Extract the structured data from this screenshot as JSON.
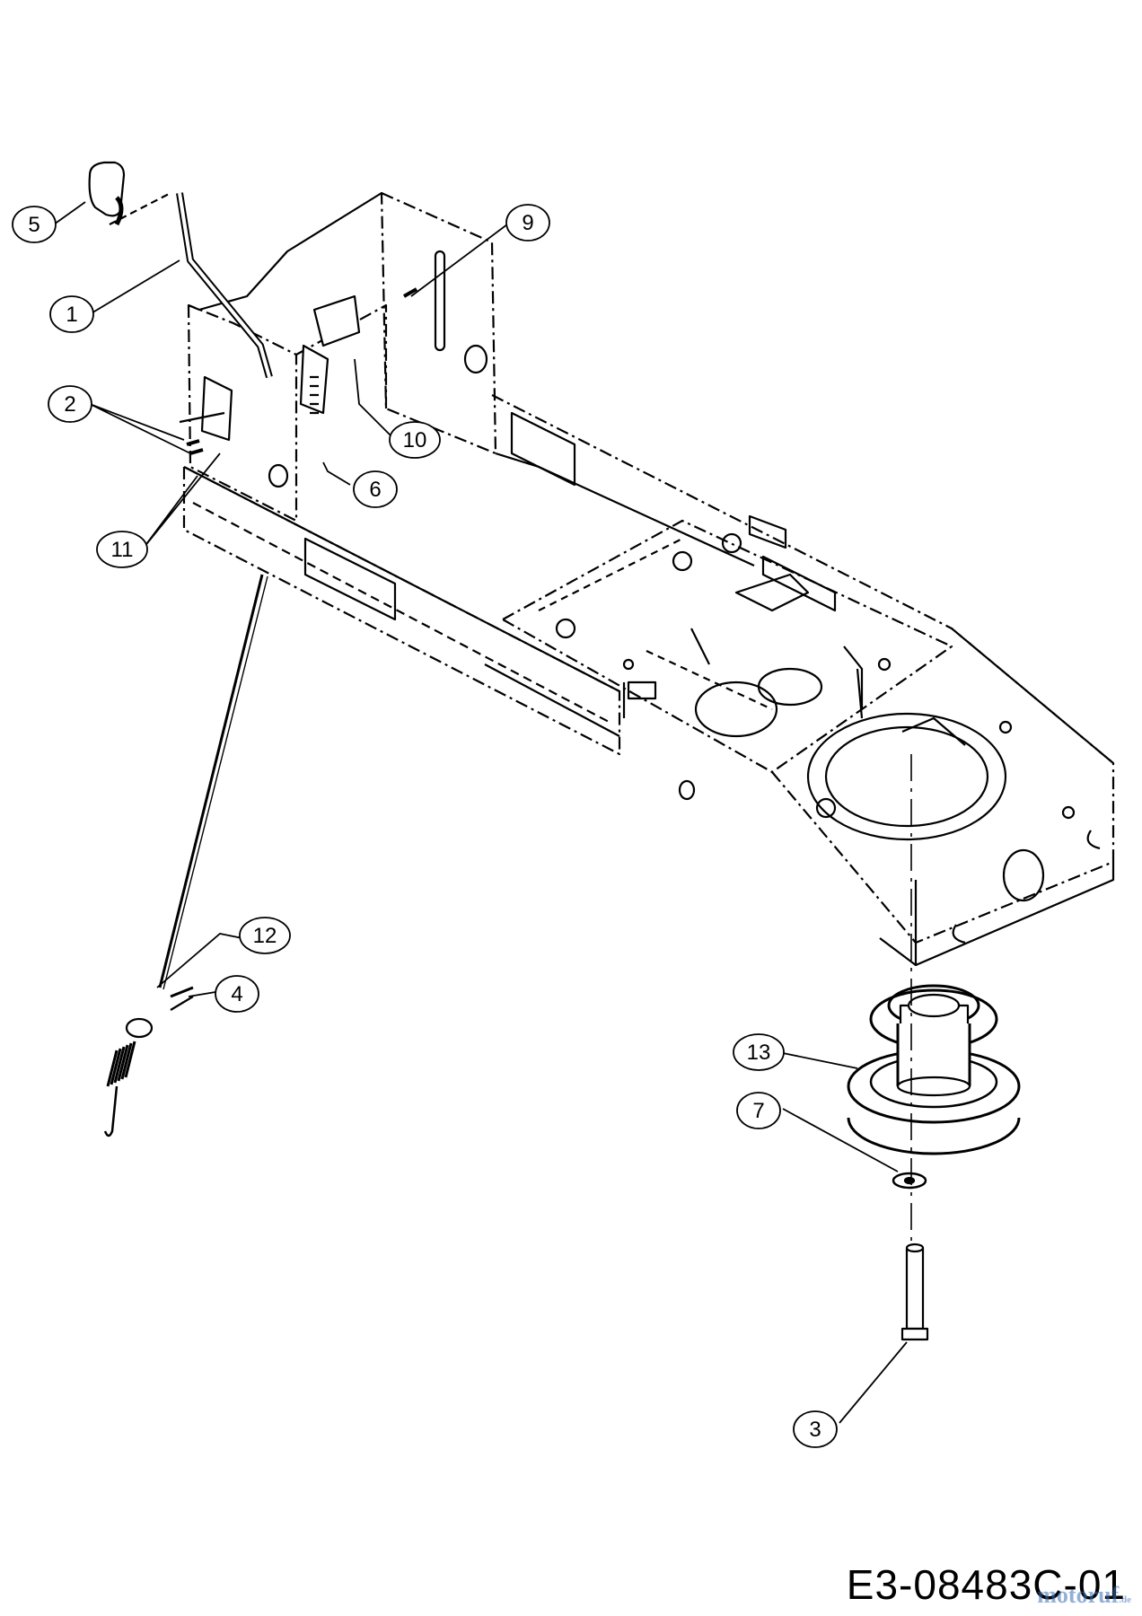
{
  "drawing_code": "E3-08483C-01",
  "watermark": {
    "brand": "motoruf",
    "suffix": ".de"
  },
  "callouts": [
    {
      "id": "5",
      "label": "5"
    },
    {
      "id": "9",
      "label": "9"
    },
    {
      "id": "1",
      "label": "1"
    },
    {
      "id": "2",
      "label": "2"
    },
    {
      "id": "10",
      "label": "10"
    },
    {
      "id": "6",
      "label": "6"
    },
    {
      "id": "11",
      "label": "11"
    },
    {
      "id": "12",
      "label": "12"
    },
    {
      "id": "4",
      "label": "4"
    },
    {
      "id": "13",
      "label": "13"
    },
    {
      "id": "7",
      "label": "7"
    },
    {
      "id": "3",
      "label": "3"
    }
  ]
}
